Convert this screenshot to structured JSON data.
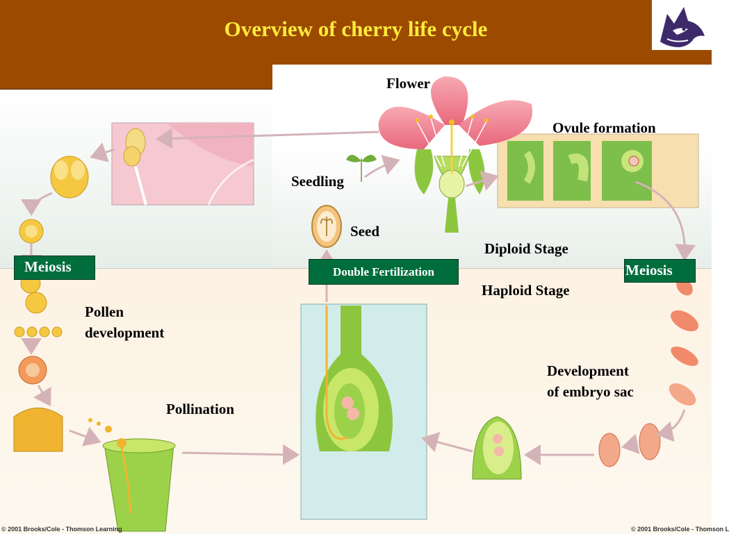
{
  "slide": {
    "title": "Overview of cherry life cycle",
    "logo": {
      "icon": "husky-logo-icon"
    }
  },
  "labels": {
    "flower": "Flower",
    "ovule_formation": "Ovule formation",
    "seedling": "Seedling",
    "seed": "Seed",
    "diploid_stage": "Diploid Stage",
    "haploid_stage": "Haploid Stage",
    "meiosis_left": "Meiosis",
    "meiosis_right": "Meiosis",
    "double_fertilization": "Double Fertilization",
    "pollen_development_line1": "Pollen",
    "pollen_development_line2": "development",
    "pollination": "Pollination",
    "embryo_sac_line1": "Development",
    "embryo_sac_line2": "of embryo sac"
  },
  "credits": {
    "left": "© 2001 Brooks/Cole - Thomson Learning",
    "right": "© 2001 Brooks/Cole - Thomson L"
  },
  "colors": {
    "header": "#9c4a00",
    "title_text": "#ffeb3b",
    "stage_box": "#006d3c",
    "arrow": "#d8b8bc"
  }
}
